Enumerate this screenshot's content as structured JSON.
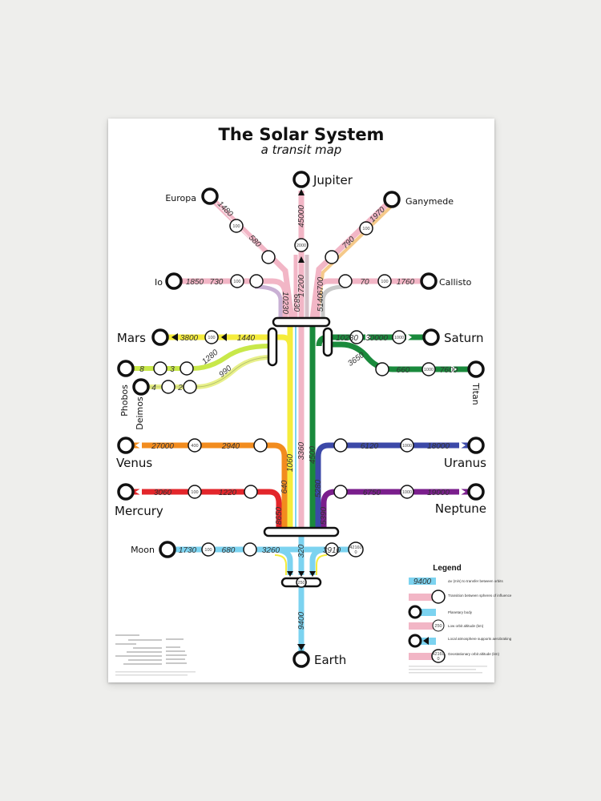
{
  "title": "The Solar System",
  "subtitle": "a transit map",
  "colors": {
    "jupiter": "#f2b6c6",
    "mars": "#f5ec3c",
    "saturn": "#1a8a3c",
    "venus": "#f28c1e",
    "uranus": "#3c49a8",
    "mercury": "#e3262b",
    "neptune": "#7a1e8c",
    "moon": "#7cd3f0",
    "phobos": "#c8e84a",
    "deimos": "#e8f08a"
  },
  "bodies": {
    "jupiter": "Jupiter",
    "europa": "Europa",
    "ganymede": "Ganymede",
    "io": "Io",
    "callisto": "Callisto",
    "mars": "Mars",
    "saturn": "Saturn",
    "phobos": "Phobos",
    "deimos": "Deimos",
    "titan": "Titan",
    "venus": "Venus",
    "uranus": "Uranus",
    "mercury": "Mercury",
    "neptune": "Neptune",
    "moon": "Moon",
    "earth": "Earth"
  },
  "dv": {
    "jupiter_top": "45000",
    "jupiter_mid": "17200",
    "europa_a": "1480",
    "europa_b": "580",
    "ganymede_a": "1970",
    "ganymede_b": "790",
    "ganymede_c": "6700",
    "callisto_b": "5140",
    "callisto_a": "70",
    "callisto_c": "1760",
    "io_a": "1850",
    "io_b": "730",
    "io_vert": "10230",
    "jup_vert2": "6830",
    "mars_a": "3800",
    "mars_b": "1440",
    "mars_c": "1280",
    "mars_d": "990",
    "phobos_a": "8",
    "phobos_b": "3",
    "deimos_a": "4",
    "deimos_b": "2",
    "saturn_a": "10230",
    "saturn_b": "30000",
    "titan_a": "3650",
    "titan_b": "660",
    "titan_c": "7600",
    "venus_a": "27000",
    "venus_b": "2940",
    "uranus_a": "6120",
    "uranus_b": "18000",
    "mercury_a": "3060",
    "mercury_b": "1220",
    "neptune_a": "6750",
    "neptune_b": "19000",
    "v_mars": "1060",
    "v_jupiter": "3360",
    "v_saturn": "4500",
    "v_venus": "640",
    "v_uranus": "5280",
    "v_mercury": "8650",
    "v_neptune": "5390",
    "moon_a": "1730",
    "moon_b": "680",
    "moon_c": "3260",
    "moon_v": "320",
    "moon_d": "3910",
    "moon_e": "42160",
    "moon_e2": "0",
    "earth": "9400",
    "orb_europa": "100",
    "orb_ganymede": "100",
    "orb_io": "100",
    "orb_callisto": "100",
    "orb_jupiter": "2000",
    "orb_mars": "100",
    "orb_saturn": "1000",
    "orb_titan": "1000",
    "orb_venus": "400",
    "orb_uranus": "1000",
    "orb_mercury": "100",
    "orb_neptune": "1000",
    "orb_moon": "100",
    "orb_earth": "250"
  },
  "legend": {
    "title": "Legend",
    "dv_value": "9400",
    "dv_desc": "Δv (m/s) to transfer between orbits",
    "soi_desc": "Transition between spheres of influence",
    "planet_desc": "Planetary body",
    "orbit_value": "250",
    "orbit_desc": "Low orbit altitude (km)",
    "aero_desc": "Local atmosphere supports aerobraking",
    "geo_value": "42160",
    "geo_value2": "0",
    "geo_desc": "Geostationary orbit altitude (km)"
  }
}
